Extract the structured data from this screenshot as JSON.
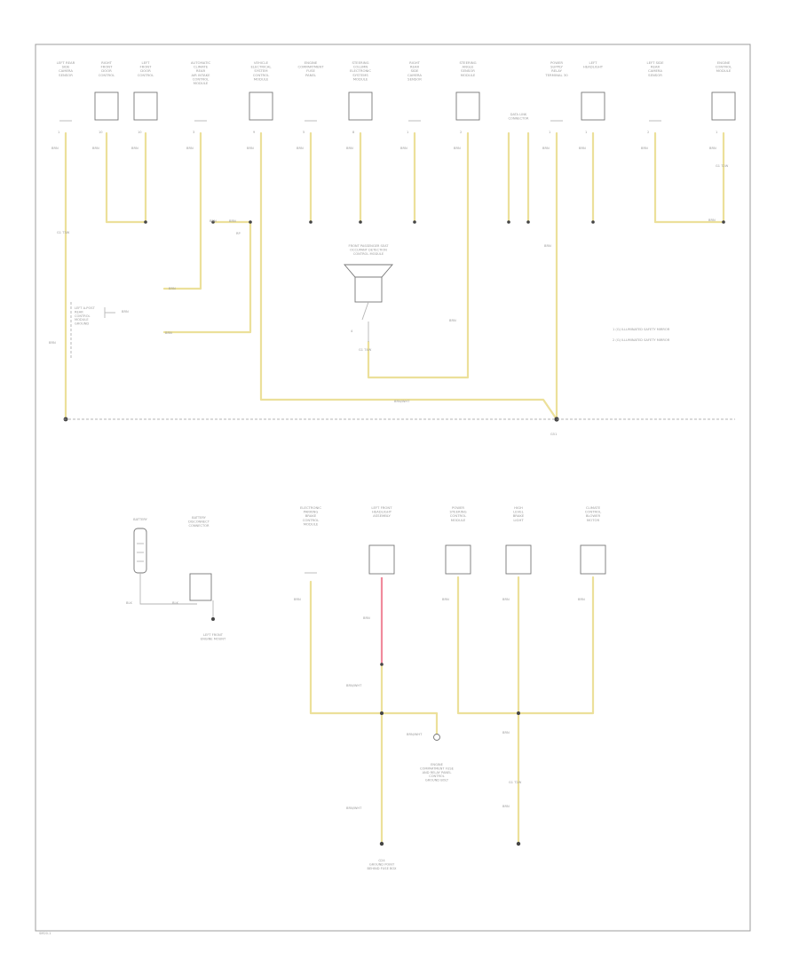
{
  "page_id": "SM20-1",
  "colors": {
    "wire_yellow": "#ece09a",
    "wire_red": "#f08a9c",
    "frame": "#9c9c9c",
    "text": "#9a9a9a"
  },
  "top_components": [
    {
      "name": "LEFT REAR\nSIDE\nCAMERA\nSENSOR",
      "pin": "1",
      "wire": "BRN"
    },
    {
      "name": "RIGHT\nFRONT\nDOOR\nCONTROL",
      "pin": "10",
      "wire": "BRN"
    },
    {
      "name": "LEFT\nFRONT\nDOOR\nCONTROL",
      "pin": "10",
      "wire": "BRN"
    },
    {
      "name": "AUTOMATIC\nCLIMATE\nREAR\nAIR INTAKE\nCONTROL\nMODULE",
      "pin": "3",
      "wire": "BRN"
    },
    {
      "name": "VEHICLE\nELECTRICAL\nSYSTEM\nCONTROL\nMODULE",
      "pin": "9",
      "wire": "BRN"
    },
    {
      "name": "ENGINE\nCOMPARTMENT\nFUSE\nPANEL",
      "pin": "5",
      "wire": "BRN"
    },
    {
      "name": "STEERING\nCOLUMN\nELECTRONIC\nSYSTEMS\nMODULE",
      "pin": "8",
      "wire": "BRN"
    },
    {
      "name": "RIGHT\nREAR\nSIDE\nCAMERA\nSENSOR",
      "pin": "1",
      "wire": "BRN"
    },
    {
      "name": "STEERING\nANGLE\nSENSOR\nMODULE",
      "pin": "2",
      "wire": "BRN"
    },
    {
      "name": "POWER\nSUPPLY\nRELAY\nTERMINAL 30",
      "pin": "1",
      "wire": "BRN"
    },
    {
      "name": "LEFT\nHEADLIGHT",
      "pin": "1",
      "wire": "BRN"
    },
    {
      "name": "LEFT SIDE\nREAR\nCAMERA\nSENSOR",
      "pin": "2",
      "wire": "BRN"
    },
    {
      "name": "ENGINE\nCONTROL\nMODULE",
      "pin": "1",
      "wire": "BRN"
    }
  ],
  "junction_label": "DATA LINK\nCONNECTOR",
  "top_labels": {
    "g1": "G1 T3W",
    "rp_a": "RP",
    "w_a": "BRN",
    "w_b": "BRN",
    "w_c": "BRN",
    "w_d": "BRN",
    "w_e": "BRN",
    "w_f": "BRN",
    "w_g": "BRN",
    "w_h": "BRN",
    "w_i": "BRN",
    "w_j": "BRN",
    "conn_t2": "G1 T2W",
    "brnwht": "BRN/WHT",
    "left_ground_module": "LEFT A-POST\nREAR\nCONTROL\nMODULE\nGROUND",
    "center_module": "FRONT PASSENGER SEAT\nOCCUPANT DETECTION\nCONTROL MODULE",
    "center_conn": "G1 T4W",
    "center_pin": "4",
    "legend_1": "1  (G) ILLUMINATED SAFETY MIRROR",
    "legend_2": "2  (G) ILLUMINATED SAFETY MIRROR",
    "ground_top": "G51"
  },
  "bottom": {
    "battery": "BATTERY",
    "battery_disc": "BATTERY\nDISCONNECT\nCONNECTOR",
    "battery_wire_a": "BLK",
    "battery_wire_b": "BLK",
    "left_front_ground": "LEFT FRONT\nENGINE MOUNT",
    "comp_a": "ELECTRONIC\nPARKING\nBRAKE\nCONTROL\nMODULE",
    "comp_b": "LEFT FRONT\nHEADLIGHT\nASSEMBLY",
    "comp_c": "POWER\nSTEERING\nCONTROL\nMODULE",
    "comp_d": "HIGH\nLEVEL\nBRAKE\nLIGHT",
    "comp_e": "CLIMATE\nCONTROL\nBLOWER\nMOTOR",
    "wire_a": "BRN",
    "wire_b": "BRN",
    "wire_c": "BRN",
    "wire_d": "BRN",
    "wire_e": "BRN",
    "splice_a": "BRN/WHT",
    "splice_b": "BRN/WHT",
    "splice_c": "BRN/WHT",
    "splice_d": "BRN",
    "splice_e": "G1 T2W",
    "splice_f": "BRN",
    "inline_comp": "ENGINE\nCOMPARTMENT FUSE\nAND RELAY PANEL\nCONTROL\nGROUND BOLT",
    "ground_left": "G24\nGROUND POINT\nBEHIND FUSE BOX",
    "ground_right": ""
  }
}
